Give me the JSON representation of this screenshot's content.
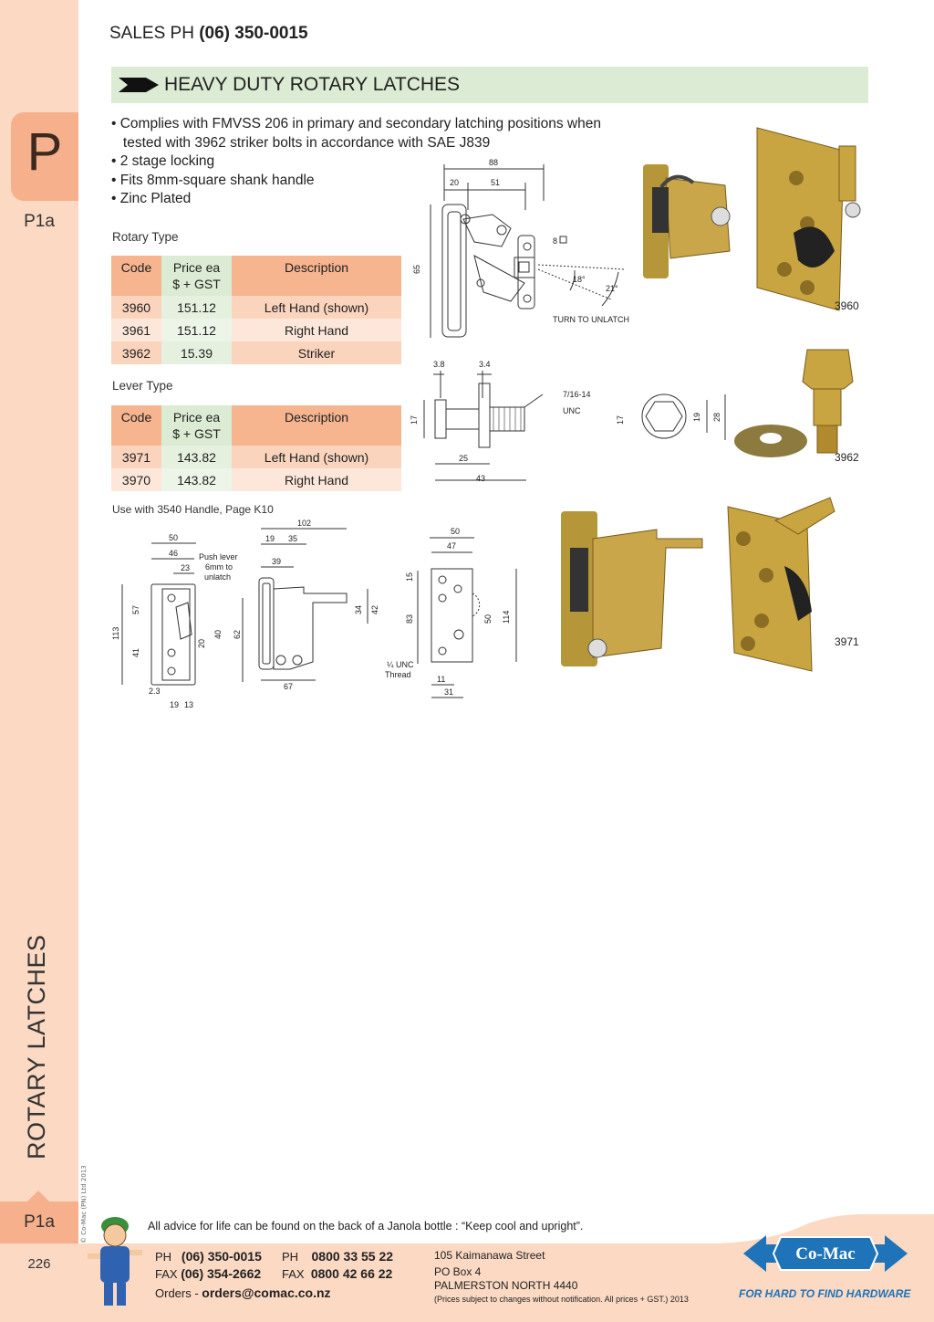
{
  "sidebar": {
    "letter": "P",
    "code_top": "P1a",
    "section_vertical": "ROTARY LATCHES",
    "code_bottom": "P1a",
    "page_number": "226",
    "copyright": "© Co-Mac (PN) Ltd 2013"
  },
  "header": {
    "sales_label": "SALES  PH ",
    "sales_phone": "(06) 350-0015"
  },
  "title": "HEAVY DUTY ROTARY LATCHES",
  "bullets": [
    "• Complies with FMVSS 206 in primary and secondary latching positions when",
    "   tested with 3962 striker bolts in accordance with SAE J839",
    "• 2 stage locking",
    "• Fits 8mm-square shank handle",
    "• Zinc Plated"
  ],
  "rotary": {
    "label": "Rotary Type",
    "headers": [
      "Code",
      "Price ea\n$ + GST",
      "Description"
    ],
    "header_code": "Code",
    "header_price_1": "Price ea",
    "header_price_2": "$ + GST",
    "header_desc": "Description",
    "rows": [
      {
        "code": "3960",
        "price": "151.12",
        "desc": "Left Hand (shown)"
      },
      {
        "code": "3961",
        "price": "151.12",
        "desc": "Right Hand"
      },
      {
        "code": "3962",
        "price": "15.39",
        "desc": "Striker"
      }
    ]
  },
  "lever": {
    "label": "Lever Type",
    "header_code": "Code",
    "header_price_1": "Price ea",
    "header_price_2": "$ + GST",
    "header_desc": "Description",
    "rows": [
      {
        "code": "3971",
        "price": "143.82",
        "desc": "Left Hand (shown)"
      },
      {
        "code": "3970",
        "price": "143.82",
        "desc": "Right Hand"
      }
    ],
    "note": "Use with 3540 Handle, Page K10"
  },
  "diagram_rotary": {
    "d88": "88",
    "d20": "20",
    "d51": "51",
    "d65": "65",
    "d8": "8",
    "a18": "18°",
    "a21": "21°",
    "unlatch": "TURN TO UNLATCH"
  },
  "diagram_striker": {
    "d38": "3.8",
    "d34": "3.4",
    "d17a": "17",
    "thread1": "7/16-14",
    "thread2": "UNC",
    "d25": "25",
    "d43": "43",
    "d17b": "17",
    "d19": "19",
    "d28": "28"
  },
  "diagram_lever": {
    "d50": "50",
    "d46": "46",
    "d23": "23",
    "push1": "Push lever",
    "push2": "6mm to",
    "push3": "unlatch",
    "d113": "113",
    "d57": "57",
    "d41": "41",
    "d20": "20",
    "d40": "40",
    "d62": "62",
    "d23b": "2.3",
    "d19": "19",
    "d13": "13",
    "d102": "102",
    "d19b": "19",
    "d35": "35",
    "d39": "39",
    "d34": "34",
    "d42": "42",
    "d67": "67",
    "d50b": "50",
    "d47": "47",
    "d15": "15",
    "d83": "83",
    "d50c": "50",
    "d114": "114",
    "unc1": "¼ UNC",
    "unc2": "Thread",
    "d11": "11",
    "d31": "31"
  },
  "photos": {
    "p3960": "3960",
    "p3962": "3962",
    "p3971": "3971"
  },
  "footer": {
    "advice": "All advice for life can be found on the back of a Janola bottle : “Keep cool and upright”.",
    "ph_label": "PH",
    "ph1": "(06) 350-0015",
    "fax_label": "FAX",
    "fax1": "(06) 354-2662",
    "ph2_label": "PH",
    "ph2": "0800 33 55 22",
    "fax2_label": "FAX",
    "fax2": "0800 42 66 22",
    "orders_label": "Orders - ",
    "orders_email": "orders@comac.co.nz",
    "addr1": "105 Kaimanawa Street",
    "addr2": "PO Box 4",
    "addr3": "PALMERSTON NORTH 4440",
    "addr4": "(Prices subject to changes without notification.  All prices + GST.)  2013",
    "logo": "Co-Mac",
    "tagline": "FOR HARD TO FIND HARDWARE"
  },
  "colors": {
    "sidebar": "#fbd9c3",
    "tab": "#f7b08c",
    "title_bar": "#dcebd3",
    "logo_blue": "#1e73b9"
  }
}
